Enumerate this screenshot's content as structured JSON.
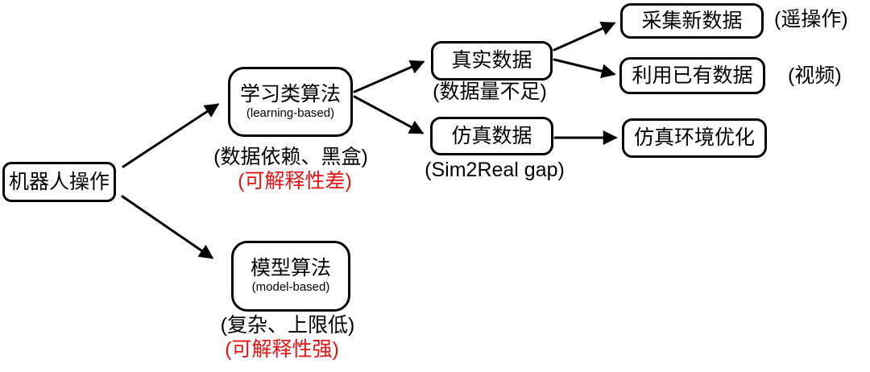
{
  "colors": {
    "background": "#ffffff",
    "line": "#000000",
    "text": "#000000",
    "red_note": "#ee1111"
  },
  "nodes": {
    "root": {
      "label": "机器人操作"
    },
    "learning": {
      "label": "学习类算法",
      "sublabel": "(learning-based)"
    },
    "model": {
      "label": "模型算法",
      "sublabel": "(model-based)"
    },
    "real_data": {
      "label": "真实数据"
    },
    "sim_data": {
      "label": "仿真数据"
    },
    "collect_new": {
      "label": "采集新数据"
    },
    "use_existing": {
      "label": "利用已有数据"
    },
    "sim_env_opt": {
      "label": "仿真环境优化"
    }
  },
  "notes": {
    "learning_black": "(数据依赖、黑盒)",
    "learning_red": "(可解释性差)",
    "model_black": "(复杂、上限低)",
    "model_red": "(可解释性强)",
    "real_data": "(数据量不足)",
    "sim_data": "(Sim2Real gap)",
    "collect_new_side": "(遥操作)",
    "use_existing_side": "(视频)"
  },
  "edges": [
    {
      "from": "root",
      "to": "learning"
    },
    {
      "from": "root",
      "to": "model"
    },
    {
      "from": "learning",
      "to": "real_data"
    },
    {
      "from": "learning",
      "to": "sim_data"
    },
    {
      "from": "real_data",
      "to": "collect_new"
    },
    {
      "from": "real_data",
      "to": "use_existing"
    },
    {
      "from": "sim_data",
      "to": "sim_env_opt"
    }
  ]
}
